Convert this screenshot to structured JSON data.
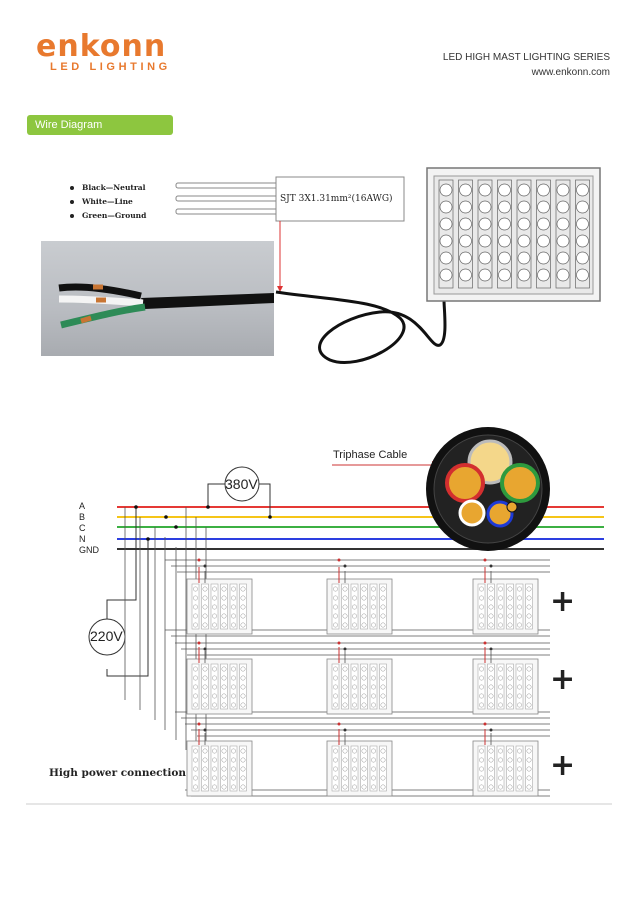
{
  "brand": {
    "logo_word": "enkonn",
    "logo_sub": "LED LIGHTING",
    "color": "#e8792e"
  },
  "header": {
    "series": "LED HIGH MAST LIGHTING  SERIES",
    "website": "www.enkonn.com"
  },
  "section": {
    "title": "Wire Diagram",
    "color": "#8dc63f"
  },
  "wire_legend": [
    "Black—Neutral",
    "White—Line",
    "Green—Ground"
  ],
  "cable_spec": "SJT 3X1.31mm²(16AWG)",
  "three_phase": {
    "cable_label": "Triphase Cable",
    "line_voltage": "380V",
    "phase_voltage": "220V",
    "lines": [
      {
        "label": "A",
        "color": "#e53935"
      },
      {
        "label": "B",
        "color": "#f5c518"
      },
      {
        "label": "C",
        "color": "#3cb043"
      },
      {
        "label": "N",
        "color": "#2d3fe0"
      },
      {
        "label": "GND",
        "color": "#333333"
      }
    ],
    "caption": "High power connection",
    "plus_signs": [
      "+",
      "+",
      "+"
    ]
  }
}
